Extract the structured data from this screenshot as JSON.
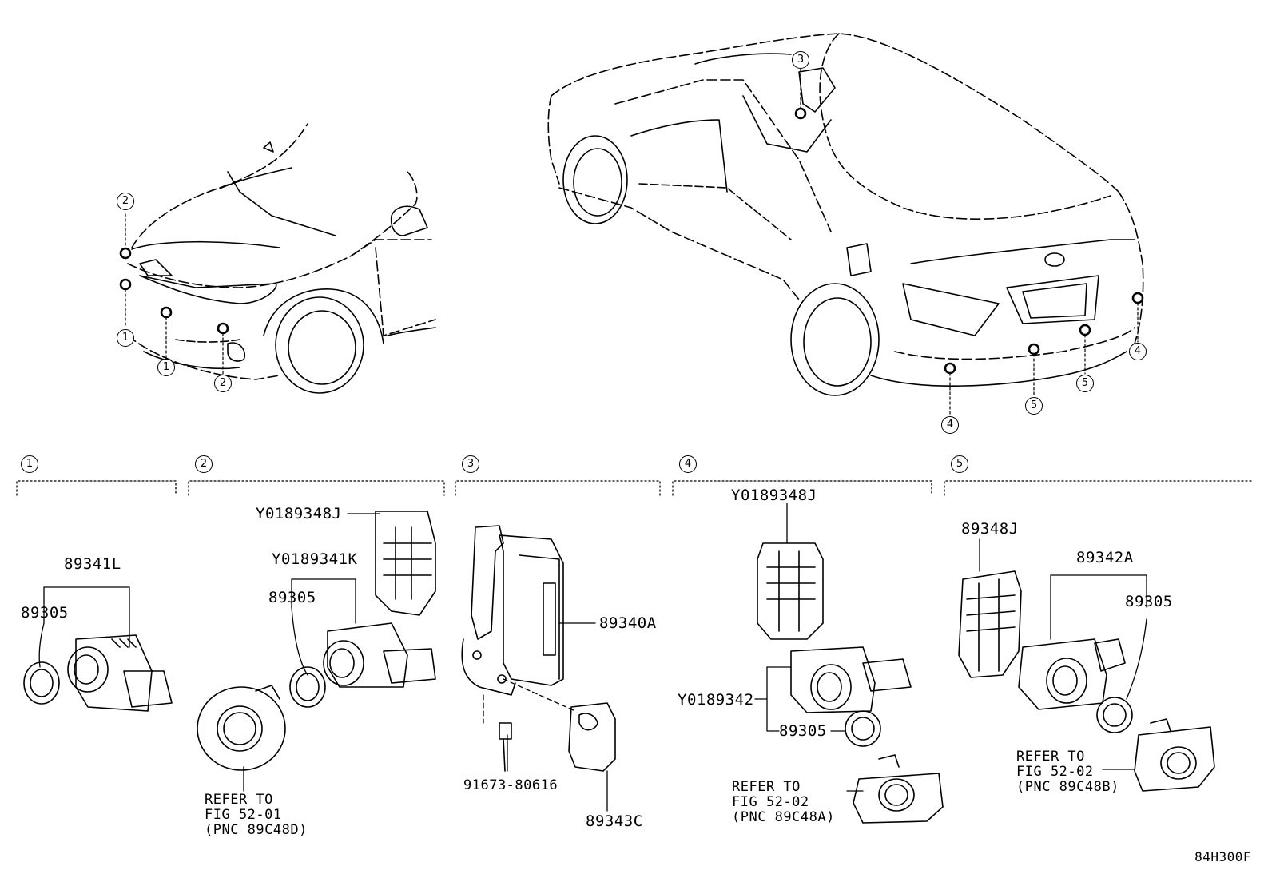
{
  "figure_id": "84H300F",
  "sections": [
    {
      "marker": "1"
    },
    {
      "marker": "2"
    },
    {
      "marker": "3"
    },
    {
      "marker": "4"
    },
    {
      "marker": "5"
    }
  ],
  "parts": {
    "s1_assy": "89341L",
    "s1_ring": "89305",
    "s2_holder": "Y0189348J",
    "s2_assy": "Y0189341K",
    "s2_ring": "89305",
    "s3_ecu": "89340A",
    "s3_bolt": "91673-80616",
    "s3_buzzer": "89343C",
    "s4_holder": "Y0189348J",
    "s4_assy": "Y0189342",
    "s4_ring": "89305",
    "s5_holder": "89348J",
    "s5_assy": "89342A",
    "s5_ring": "89305"
  },
  "refs": {
    "s2": [
      "REFER TO",
      "FIG 52-01",
      "(PNC 89C48D)"
    ],
    "s4": [
      "REFER TO",
      "FIG 52-02",
      "(PNC 89C48A)"
    ],
    "s5": [
      "REFER TO",
      "FIG 52-02",
      "(PNC 89C48B)"
    ]
  },
  "callouts": {
    "front_a": "2",
    "front_b": "1",
    "front_c": "1",
    "front_d": "2",
    "rear_3": "3",
    "rear_4a": "4",
    "rear_5a": "5",
    "rear_5b": "5",
    "rear_4b": "4"
  }
}
